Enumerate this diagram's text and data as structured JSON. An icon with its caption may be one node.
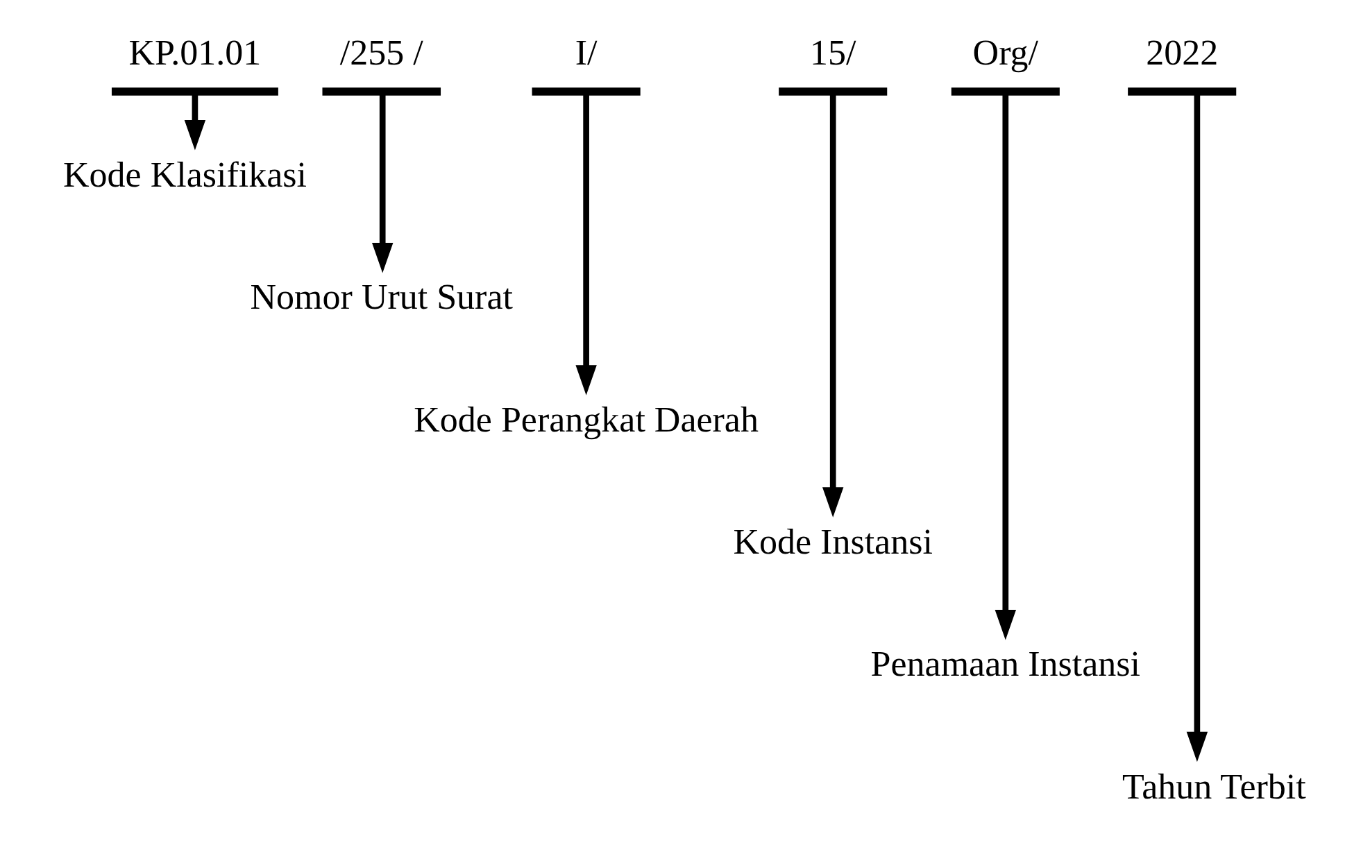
{
  "diagram": {
    "nodes": [
      {
        "text": [
          "KP.01.01"
        ]
      },
      {
        "text": [
          "/255 /"
        ]
      },
      {
        "text": [
          "I/"
        ]
      },
      {
        "text": [
          "15/"
        ]
      },
      {
        "text": [
          "Org/"
        ]
      },
      {
        "text": [
          "2022"
        ]
      },
      {
        "text": [
          "Kode Klasifikasi"
        ]
      },
      {
        "text": [
          "Nomor Urut Surat"
        ]
      },
      {
        "text": [
          "Kode Perangkat Daerah"
        ]
      },
      {
        "text": [
          "Kode Instansi"
        ]
      },
      {
        "text": [
          "Penamaan Instansi"
        ]
      },
      {
        "text": [
          "Tahun Terbit"
        ]
      }
    ],
    "edges": [
      {
        "from": 0,
        "to": 6,
        "arrow": "to"
      },
      {
        "from": 1,
        "to": 7,
        "arrow": "to"
      },
      {
        "from": 2,
        "to": 8,
        "arrow": "to"
      },
      {
        "from": 3,
        "to": 9,
        "arrow": "to"
      },
      {
        "from": 4,
        "to": 10,
        "arrow": "to"
      },
      {
        "from": 5,
        "to": 11,
        "arrow": "to"
      }
    ]
  }
}
